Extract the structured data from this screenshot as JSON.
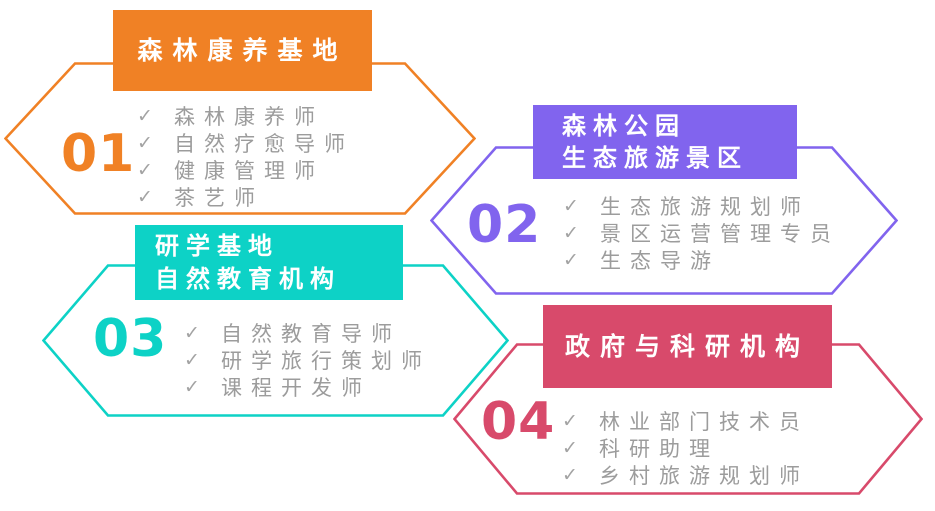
{
  "icons": {
    "check": "✓"
  },
  "colors": {
    "background": "#FFFFFF",
    "header_text": "#FFFFFF",
    "item_text": "#9C9C9C",
    "orange": "#F08125",
    "purple": "#8164EE",
    "teal": "#0DD2C6",
    "rose": "#D84A6B"
  },
  "groups": [
    {
      "number": "01",
      "color": "#F08125",
      "title_lines": [
        "森林康养基地"
      ],
      "items": [
        "森林康养师",
        "自然疗愈导师",
        "健康管理师",
        "茶艺师"
      ]
    },
    {
      "number": "02",
      "color": "#8164EE",
      "title_lines": [
        "森林公园",
        "生态旅游景区"
      ],
      "items": [
        "生态旅游规划师",
        "景区运营管理专员",
        "生态导游"
      ]
    },
    {
      "number": "03",
      "color": "#0DD2C6",
      "title_lines": [
        "研学基地",
        "自然教育机构"
      ],
      "items": [
        "自然教育导师",
        "研学旅行策划师",
        "课程开发师"
      ]
    },
    {
      "number": "04",
      "color": "#D84A6B",
      "title_lines": [
        "政府与科研机构"
      ],
      "items": [
        "林业部门技术员",
        "科研助理",
        "乡村旅游规划师"
      ]
    }
  ]
}
